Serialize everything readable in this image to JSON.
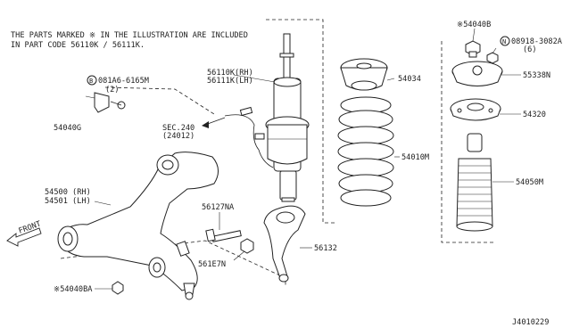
{
  "note": {
    "line1": "THE PARTS MARKED ※ IN THE ILLUSTRATION ARE INCLUDED",
    "line2": "IN PART CODE 56110K / 56111K."
  },
  "callouts": {
    "c081a6_code": "081A6-6165M",
    "c081a6_qty": "(2)",
    "c54040g": "54040G",
    "c56110k_rh": "56110K(RH)",
    "c56111k_lh": "56111K(LH)",
    "sec_code": "SEC.240",
    "sec_sub": "(24012)",
    "c54034": "54034",
    "c54010m": "54010M",
    "c54040b": "※54040B",
    "c08918_code": "08918-3082A",
    "c08918_qty": "(6)",
    "c55338n": "55338N",
    "c54320": "54320",
    "c54050m": "54050M",
    "c54500_rh": "54500 (RH)",
    "c54501_lh": "54501 (LH)",
    "front": "FRONT",
    "c56127na": "56127NA",
    "c561e7n": "561E7N",
    "c56132": "56132",
    "c54040ba": "※54040BA",
    "diagram_id": "J4010229"
  },
  "icons": {
    "bolt_b": "B",
    "nut_n": "N"
  }
}
